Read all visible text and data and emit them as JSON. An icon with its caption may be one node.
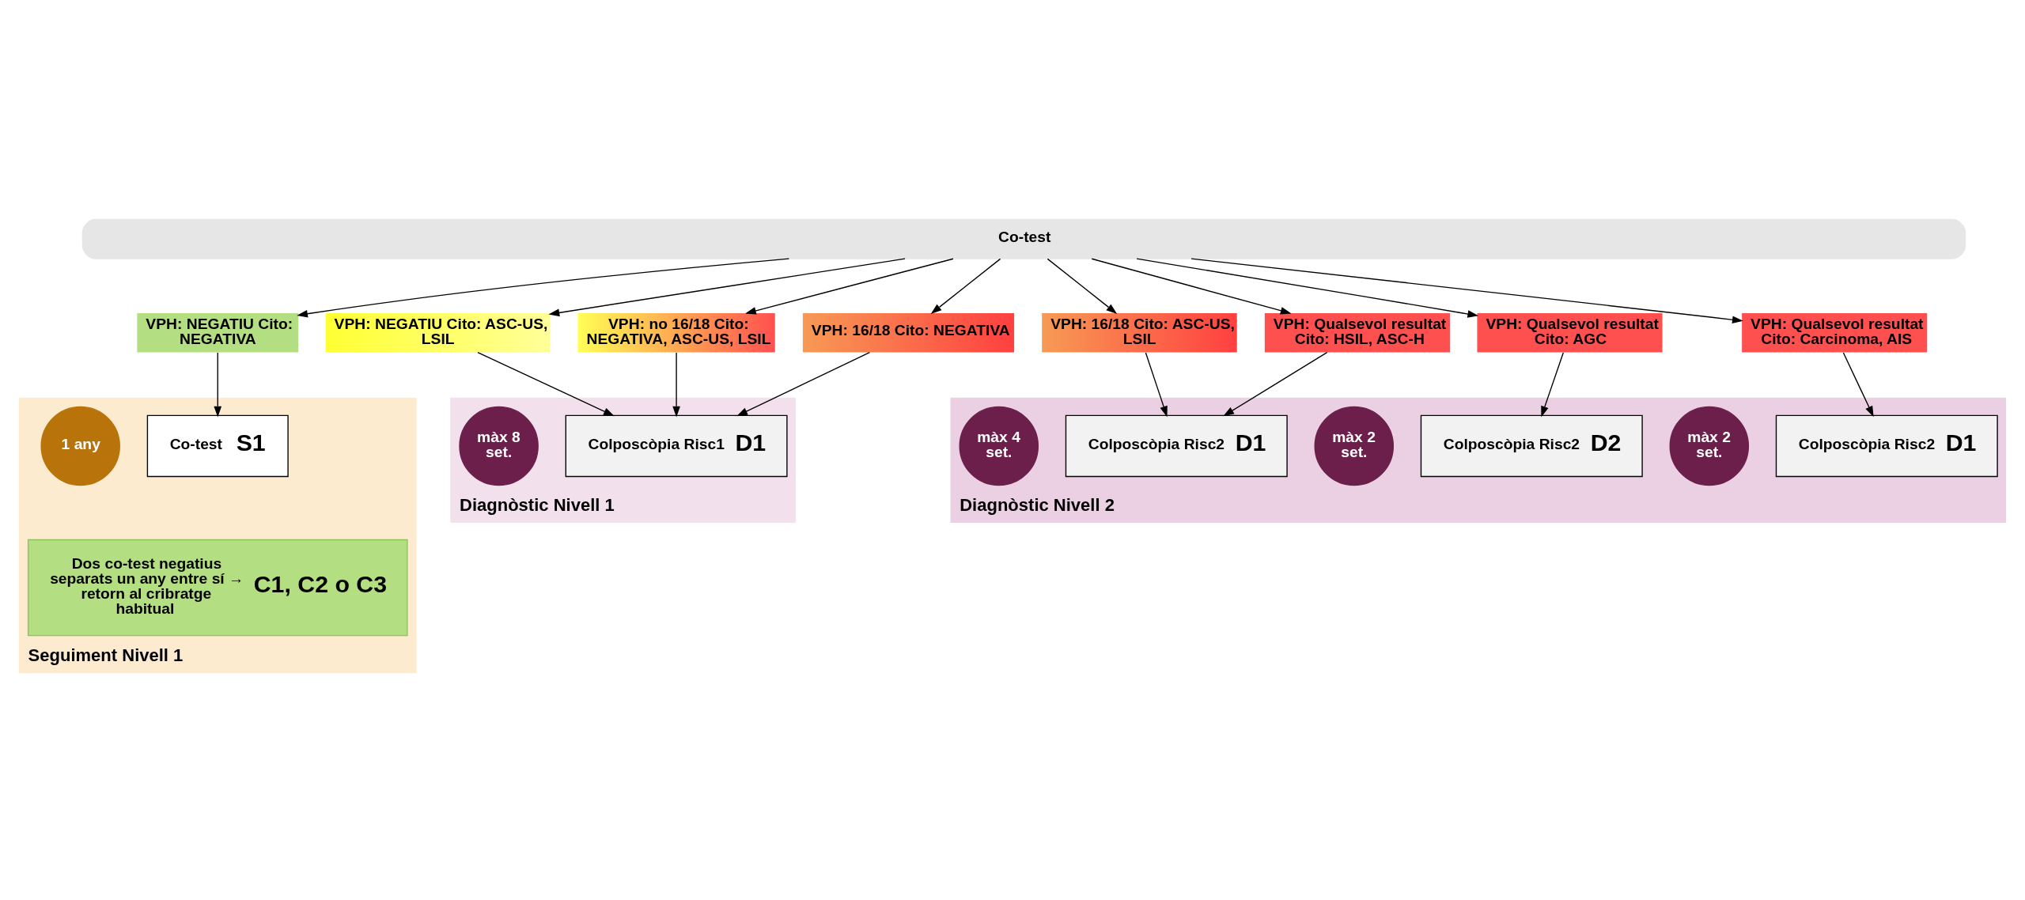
{
  "diagram": {
    "nodes": [
      {
        "text": [
          "Co-test"
        ]
      },
      {
        "text": [
          "VPH: NEGATIU Cito: NEGATIVA"
        ]
      },
      {
        "text": [
          "VPH: NEGATIU Cito: ASC-US, LSIL"
        ]
      },
      {
        "text": [
          "VPH: no 16/18 Cito: NEGATIVA, ASC-US, LSIL"
        ]
      },
      {
        "text": [
          "VPH: 16/18 Cito: NEGATIVA"
        ]
      },
      {
        "text": [
          "VPH: 16/18 Cito: ASC-US, LSIL"
        ]
      },
      {
        "text": [
          "VPH: Qualsevol resultat Cito: HSIL, ASC-H"
        ]
      },
      {
        "text": [
          "VPH: Qualsevol resultat Cito: AGC"
        ]
      },
      {
        "text": [
          "VPH: Qualsevol resultat Cito: Carcinoma, AIS"
        ]
      },
      {
        "text": [
          "Diagnòstic Nivell 1"
        ]
      },
      {
        "text": [
          "màx 8 set."
        ],
        "in": 9
      },
      {
        "text": [
          "Colposcòpia Risc1",
          "D1"
        ],
        "in": 9
      },
      {
        "text": [
          "Diagnòstic Nivell 2"
        ]
      },
      {
        "text": [
          "màx 4 set."
        ],
        "in": 12
      },
      {
        "text": [
          "Colposcòpia Risc2",
          "D1"
        ],
        "in": 12
      },
      {
        "text": [
          "màx 2 set."
        ],
        "in": 12
      },
      {
        "text": [
          "Colposcòpia Risc2",
          "D2"
        ],
        "in": 12
      },
      {
        "text": [
          "màx 2 set."
        ],
        "in": 12
      },
      {
        "text": [
          "Colposcòpia Risc2",
          "D1"
        ],
        "in": 12
      },
      {
        "text": [
          "Seguiment Nivell 1"
        ]
      },
      {
        "text": [
          "1 any"
        ],
        "in": 19
      },
      {
        "text": [
          "Co-test",
          "S1"
        ],
        "in": 19
      },
      {
        "text": [
          "Dos co-test negatius separats un any entre sí → retorn al cribratge habitual",
          "C1, C2 o C3"
        ],
        "in": 19
      }
    ],
    "edges": [
      {
        "from": 0,
        "to": 1,
        "arrow": "to"
      },
      {
        "from": 0,
        "to": 2,
        "arrow": "to"
      },
      {
        "from": 0,
        "to": 3,
        "arrow": "to"
      },
      {
        "from": 0,
        "to": 4,
        "arrow": "to"
      },
      {
        "from": 0,
        "to": 5,
        "arrow": "to"
      },
      {
        "from": 0,
        "to": 6,
        "arrow": "to"
      },
      {
        "from": 0,
        "to": 7,
        "arrow": "to"
      },
      {
        "from": 0,
        "to": 8,
        "arrow": "to"
      },
      {
        "from": 1,
        "to": 21,
        "arrow": "to"
      },
      {
        "from": 2,
        "to": 11,
        "arrow": "to"
      },
      {
        "from": 3,
        "to": 11,
        "arrow": "to"
      },
      {
        "from": 4,
        "to": 11,
        "arrow": "to"
      },
      {
        "from": 5,
        "to": 14,
        "arrow": "to"
      },
      {
        "from": 6,
        "to": 14,
        "arrow": "to"
      },
      {
        "from": 7,
        "to": 16,
        "arrow": "to"
      },
      {
        "from": 8,
        "to": 18,
        "arrow": "to"
      }
    ]
  }
}
